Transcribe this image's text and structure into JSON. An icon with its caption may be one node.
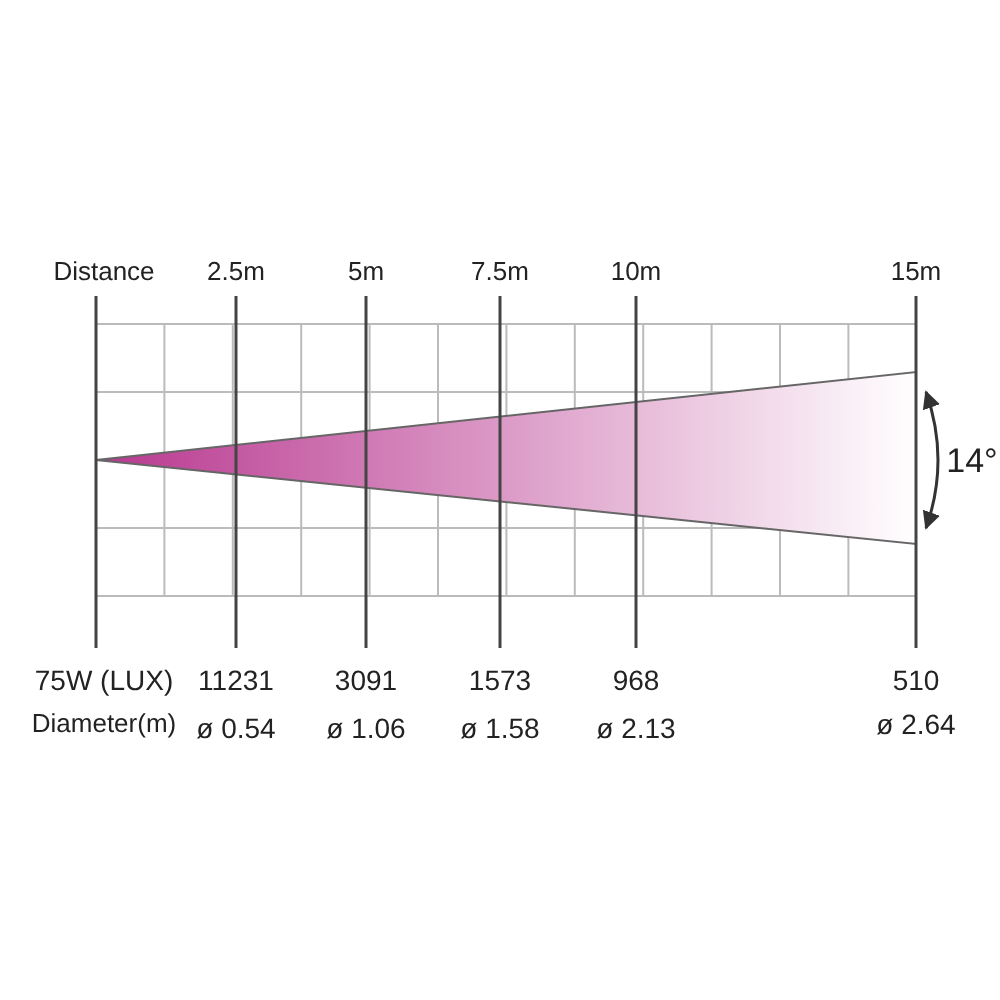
{
  "diagram": {
    "labels": [
      "Distance",
      "2.5m",
      "5m",
      "7.5m",
      "10m",
      "15m",
      "14°",
      "75W  (LUX)",
      "11231",
      "3091",
      "1573",
      "968",
      "510",
      "Diameter(m)",
      "ø 0.54",
      "ø 1.06",
      "ø 1.58",
      "ø 2.13",
      "ø 2.64"
    ]
  }
}
